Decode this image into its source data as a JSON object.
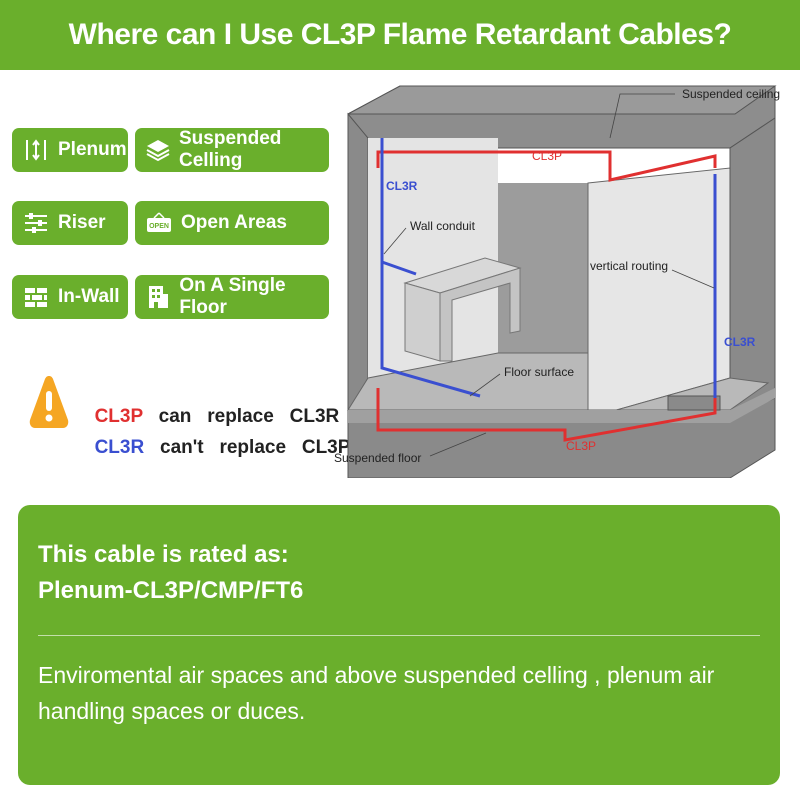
{
  "title": "Where can I Use CL3P Flame Retardant Cables?",
  "features": [
    {
      "label": "Plenum",
      "icon": "plenum-arrows-icon"
    },
    {
      "label": "Suspended Celling",
      "icon": "layers-icon"
    },
    {
      "label": "Riser",
      "icon": "sliders-icon"
    },
    {
      "label": "Open Areas",
      "icon": "open-sign-icon"
    },
    {
      "label": "In-Wall",
      "icon": "brick-wall-icon"
    },
    {
      "label": "On A Single Floor",
      "icon": "building-icon"
    }
  ],
  "warning": {
    "icon": "warning-triangle-icon",
    "line1": {
      "subject": "CL3P",
      "verb": "can",
      "action": "replace",
      "object": "CL3R"
    },
    "line2": {
      "subject": "CL3R",
      "verb": "can't",
      "action": "replace",
      "object": "CL3P"
    }
  },
  "diagram": {
    "labels": {
      "suspended_ceiling": "Suspended ceiling",
      "wall_conduit": "Wall conduit",
      "vertical_routing": "vertical routing",
      "floor_surface": "Floor surface",
      "suspended_floor": "Suspended floor",
      "cl3p_top": "CL3P",
      "cl3p_bottom": "CL3P",
      "cl3r_left": "CL3R",
      "cl3r_right": "CL3R"
    },
    "colors": {
      "cl3p": "#e03030",
      "cl3r": "#3a4fd0"
    }
  },
  "panel": {
    "rated_line1": "This cable is rated as:",
    "rated_line2": "Plenum-CL3P/CMP/FT6",
    "description": "Enviromental air spaces and above suspended celling , plenum air handling spaces or duces."
  },
  "colors": {
    "brand_green": "#6aaf2c",
    "cl3p_red": "#e03030",
    "cl3r_blue": "#3a4fd0"
  }
}
